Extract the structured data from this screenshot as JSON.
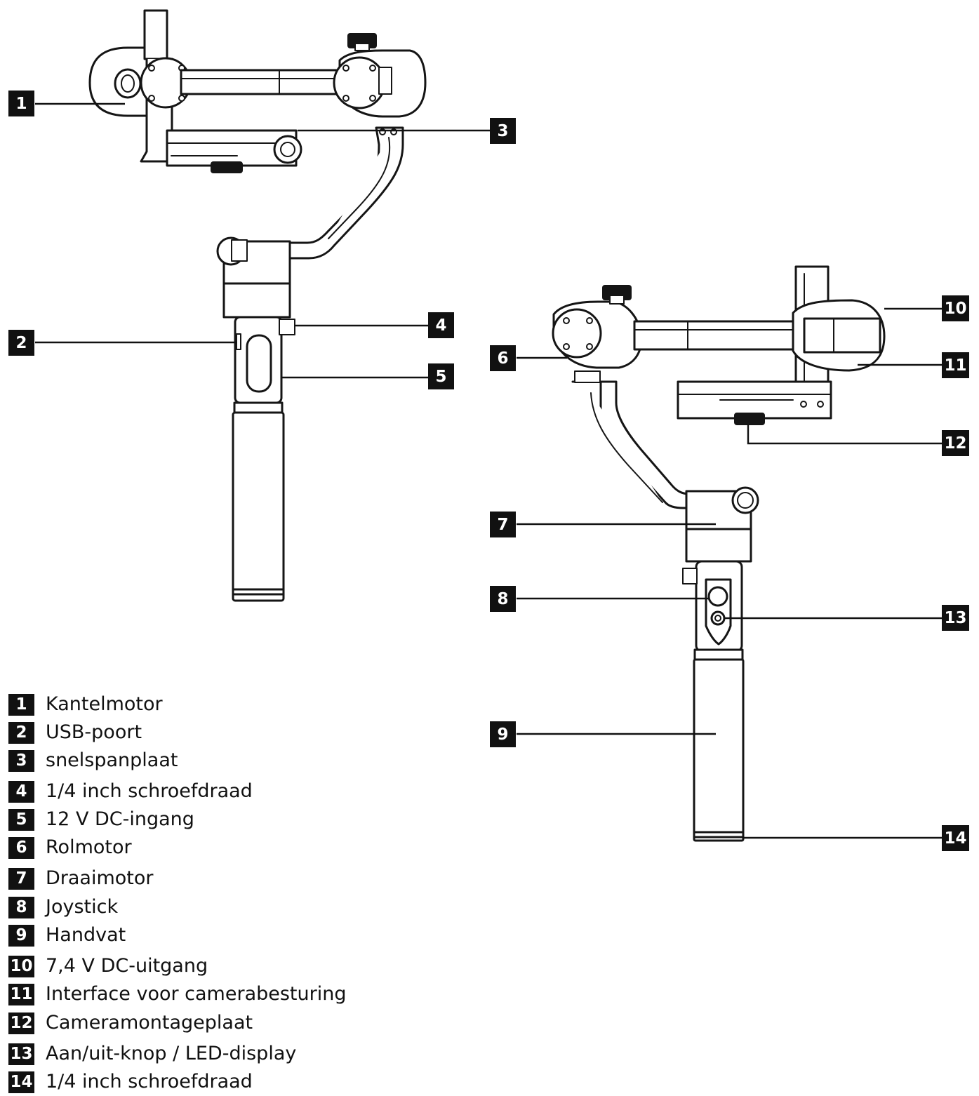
{
  "diagram": {
    "callouts": [
      {
        "number": "1",
        "label": "Kantelmotor"
      },
      {
        "number": "2",
        "label": "USB-poort"
      },
      {
        "number": "3",
        "label": "snelspanplaat"
      },
      {
        "number": "4",
        "label": "1/4 inch schroefdraad"
      },
      {
        "number": "5",
        "label": "12 V DC-ingang"
      },
      {
        "number": "6",
        "label": "Rolmotor"
      },
      {
        "number": "7",
        "label": "Draaimotor"
      },
      {
        "number": "8",
        "label": "Joystick"
      },
      {
        "number": "9",
        "label": "Handvat"
      },
      {
        "number": "10",
        "label": "7,4 V DC-uitgang"
      },
      {
        "number": "11",
        "label": "Interface voor camerabesturing"
      },
      {
        "number": "12",
        "label": "Cameramontageplaat"
      },
      {
        "number": "13",
        "label": "Aan/uit-knop / LED-display"
      },
      {
        "number": "14",
        "label": "1/4 inch schroefdraad"
      }
    ]
  }
}
